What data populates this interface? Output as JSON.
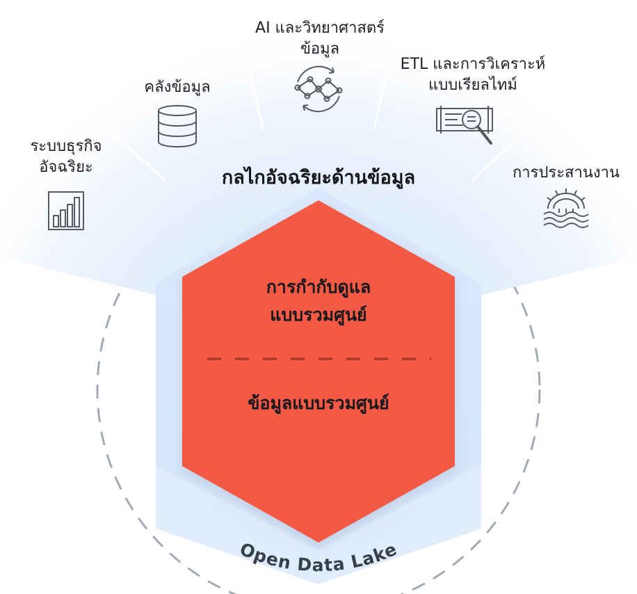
{
  "hub": {
    "title": "กลไกอัจฉริยะด้านข้อมูล"
  },
  "core": {
    "governance_line1": "การกำกับดูแล",
    "governance_line2": "แบบรวมศูนย์",
    "data": "ข้อมูลแบบรวมศูนย์"
  },
  "ring": {
    "label": "Open Data Lake"
  },
  "capabilities": [
    {
      "line1": "ระบบธุรกิจ",
      "line2": "อัจฉริยะ",
      "icon": "bar-chart-icon"
    },
    {
      "line1": "คลังข้อมูล",
      "line2": "",
      "icon": "database-icon"
    },
    {
      "line1": "AI และวิทยาศาสตร์",
      "line2": "ข้อมูล",
      "icon": "network-graph-icon"
    },
    {
      "line1": "ETL และการวิเคราะห์",
      "line2": "แบบเรียลไทม์",
      "icon": "magnifier-icon"
    },
    {
      "line1": "การประสานงาน",
      "line2": "",
      "icon": "gear-waves-icon"
    }
  ],
  "colors": {
    "hexagon": "#f35a44",
    "hexagon_dash": "#b13a2b",
    "fan_light": "#e6f0fc",
    "ring_dash": "#9aa1aa",
    "ring_text": "#36404a",
    "icon_stroke": "#55595f",
    "divider": "#ffffff"
  }
}
